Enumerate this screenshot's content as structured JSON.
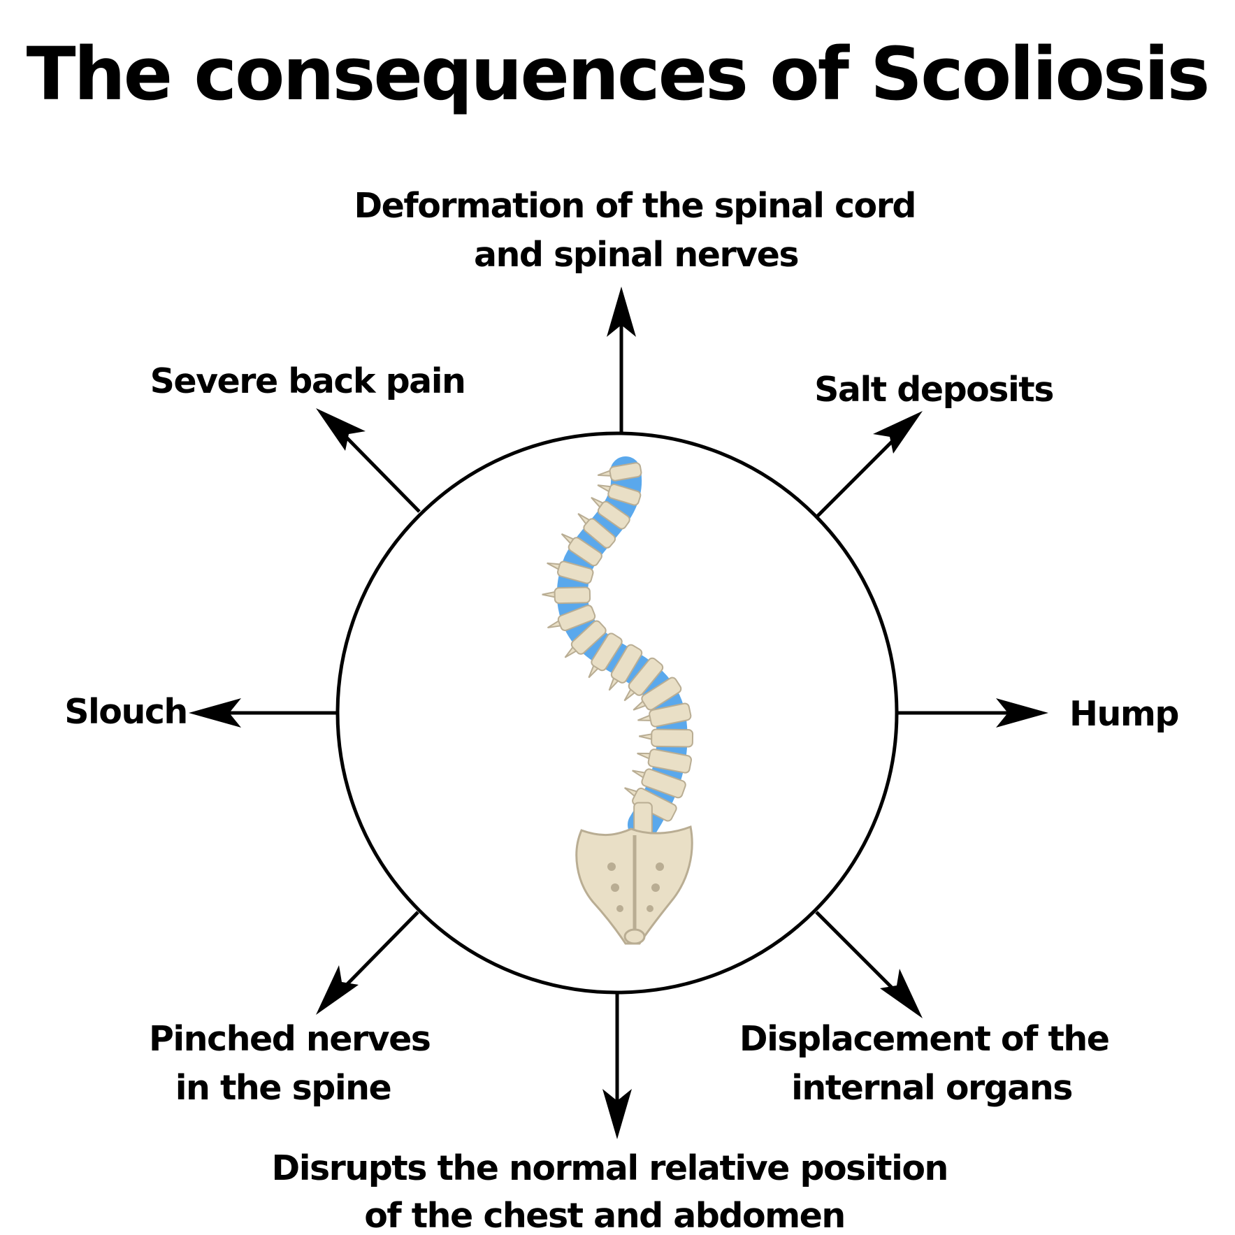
{
  "title": "The consequences of Scoliosis",
  "center_image": "scoliosis-spine-illustration",
  "colors": {
    "ink": "#000000",
    "bone": "#e9dfc6",
    "bone_shadow": "#b9ad93",
    "disc": "#5aa8ec",
    "background": "#ffffff"
  },
  "consequences": {
    "top": [
      "Deformation of the spinal cord",
      "and spinal nerves"
    ],
    "top_left": [
      "Severe back pain"
    ],
    "top_right": [
      "Salt deposits"
    ],
    "left": [
      "Slouch"
    ],
    "right": [
      "Hump"
    ],
    "bottom_left": [
      "Pinched nerves",
      "in the spine"
    ],
    "bottom_right": [
      "Displacement of the",
      "internal organs"
    ],
    "bottom": [
      "Disrupts the normal relative position",
      "of the chest and abdomen"
    ]
  }
}
